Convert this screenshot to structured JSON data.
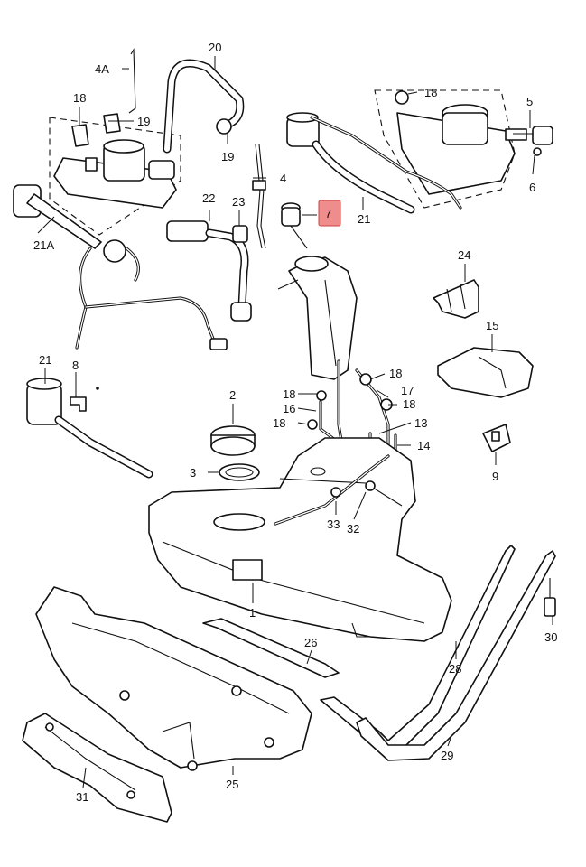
{
  "diagram": {
    "labels": {
      "p1": "1",
      "p2": "2",
      "p3": "3",
      "p4": "4",
      "p4A": "4A",
      "p5": "5",
      "p6": "6",
      "p7": "7",
      "p8": "8",
      "p9": "9",
      "p13": "13",
      "p14": "14",
      "p15": "15",
      "p16": "16",
      "p17": "17",
      "p18a": "18",
      "p18b": "18",
      "p18c": "18",
      "p18d": "18",
      "p18e": "18",
      "p18f": "18",
      "p19a": "19",
      "p19b": "19",
      "p20": "20",
      "p21a": "21",
      "p21b": "21",
      "p21A": "21A",
      "p22": "22",
      "p23": "23",
      "p24": "24",
      "p25": "25",
      "p26": "26",
      "p28": "28",
      "p29": "29",
      "p30": "30",
      "p31": "31",
      "p32": "32",
      "p33": "33"
    },
    "highlighted_part": "7",
    "highlight_color": "#ef8d8d"
  }
}
